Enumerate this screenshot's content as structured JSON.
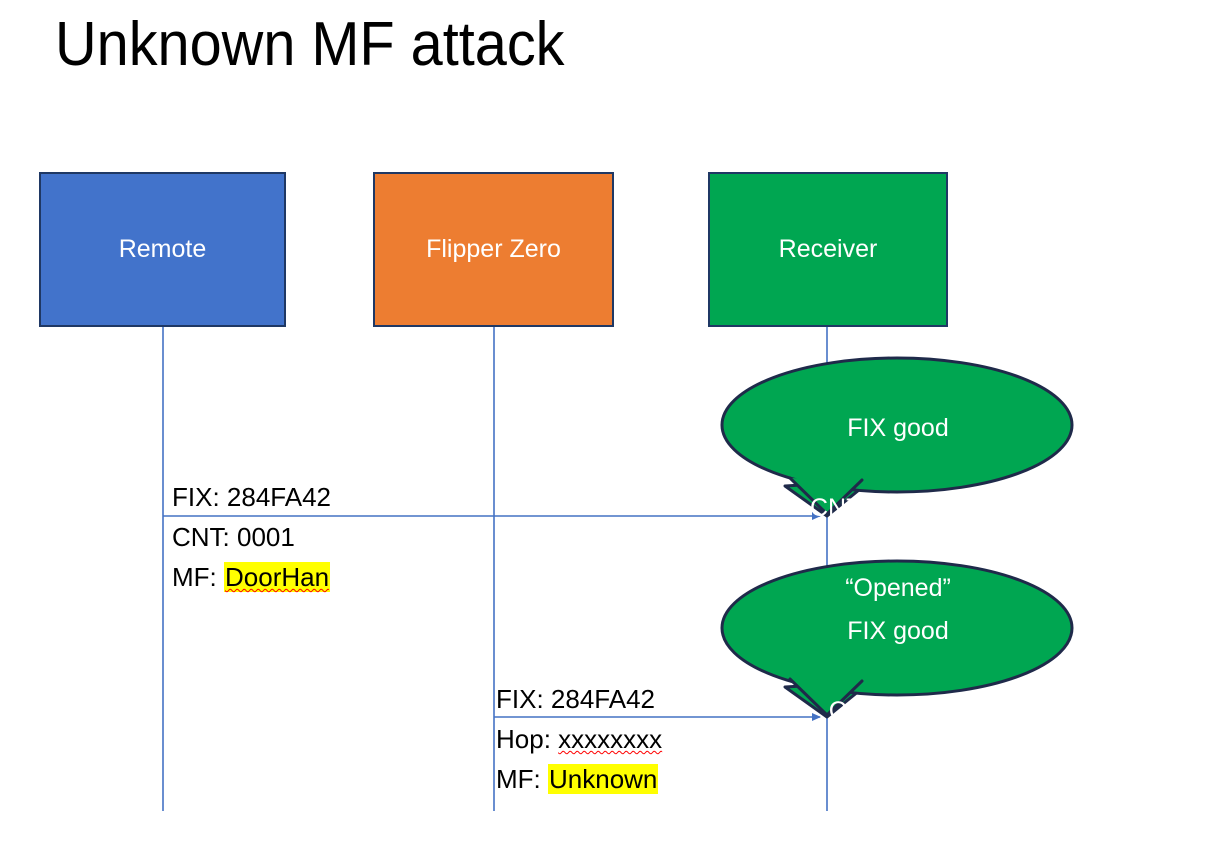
{
  "slide": {
    "title": "Unknown MF attack"
  },
  "colors": {
    "remote_fill": "#4273CB",
    "flipper_fill": "#ED7D31",
    "receiver_fill": "#00A651",
    "box_border": "#1F3864",
    "lifeline": "#4472C4",
    "arrow": "#4472C4",
    "bubble_fill": "#00A651",
    "bubble_border": "#1F2A4A",
    "highlight": "#FFFF00",
    "spellcheck_underline": "#FF0000",
    "text_dark": "#000000",
    "text_light": "#FFFFFF"
  },
  "actors": [
    {
      "id": "remote",
      "label": "Remote"
    },
    {
      "id": "flipper",
      "label": "Flipper Zero"
    },
    {
      "id": "receiver",
      "label": "Receiver"
    }
  ],
  "messages": [
    {
      "id": "msg1",
      "from": "remote",
      "to": "receiver",
      "line1": "FIX: 284FA42",
      "line2_prefix": "CNT: 0001",
      "line3_prefix": "MF: ",
      "line3_value": "DoorHan",
      "line3_highlighted": true,
      "line3_spellchecked": true
    },
    {
      "id": "msg2",
      "from": "flipper",
      "to": "receiver",
      "line1": "FIX: 284FA42",
      "line2_prefix": "Hop: ",
      "line2_value": "xxxxxxxx",
      "line2_spellchecked": true,
      "line3_prefix": "MF: ",
      "line3_value": "Unknown",
      "line3_highlighted": true
    }
  ],
  "callouts": [
    {
      "id": "callout1",
      "line1": "FIX good",
      "line2": "CNT 0001 good",
      "line3": "“Opened”"
    },
    {
      "id": "callout2",
      "line1": "FIX good",
      "line2": "CNT is ????",
      "line3": "“Opened”"
    }
  ]
}
